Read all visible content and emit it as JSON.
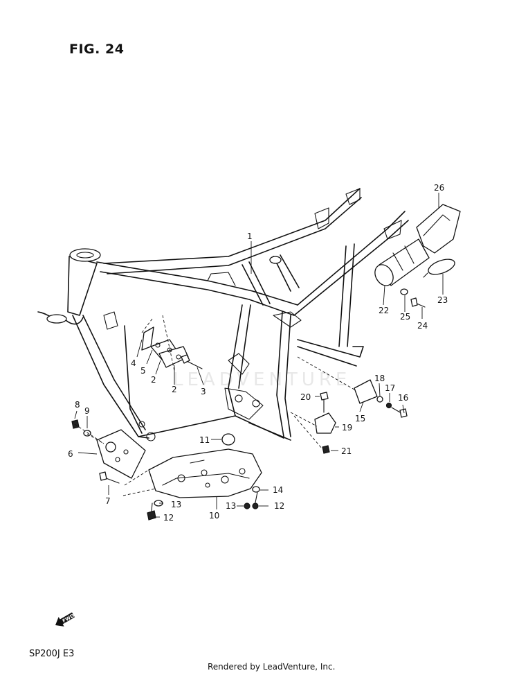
{
  "figure": {
    "title": "FIG. 24"
  },
  "footer": {
    "model": "SP200J  E3",
    "credit": "Rendered by LeadVenture, Inc."
  },
  "arrow": {
    "label": "FWD"
  },
  "watermark": "LEADVENTURE",
  "callouts": [
    "1",
    "2",
    "2",
    "3",
    "4",
    "5",
    "6",
    "7",
    "8",
    "9",
    "10",
    "11",
    "12",
    "12",
    "13",
    "13",
    "14",
    "15",
    "16",
    "17",
    "18",
    "19",
    "20",
    "21",
    "22",
    "23",
    "24",
    "25",
    "26"
  ]
}
